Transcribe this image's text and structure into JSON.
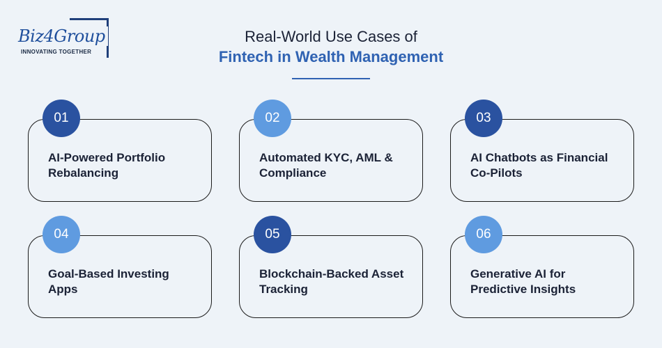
{
  "logo": {
    "name": "Biz4Group",
    "tagline": "INNOVATING TOGETHER"
  },
  "title": {
    "line1": "Real-World Use Cases of",
    "line2": "Fintech in Wealth Management"
  },
  "colors": {
    "accent_dark": "#2a52a0",
    "accent_light": "#5f9be0",
    "title_blue": "#2f62b2",
    "background": "#eef3f8"
  },
  "cards": [
    {
      "number": "01",
      "text": "AI-Powered Portfolio Rebalancing"
    },
    {
      "number": "02",
      "text": "Automated KYC, AML & Compliance"
    },
    {
      "number": "03",
      "text": "AI Chatbots as Financial Co-Pilots"
    },
    {
      "number": "04",
      "text": "Goal-Based Investing Apps"
    },
    {
      "number": "05",
      "text": "Blockchain-Backed Asset Tracking"
    },
    {
      "number": "06",
      "text": "Generative AI for Predictive Insights"
    }
  ]
}
